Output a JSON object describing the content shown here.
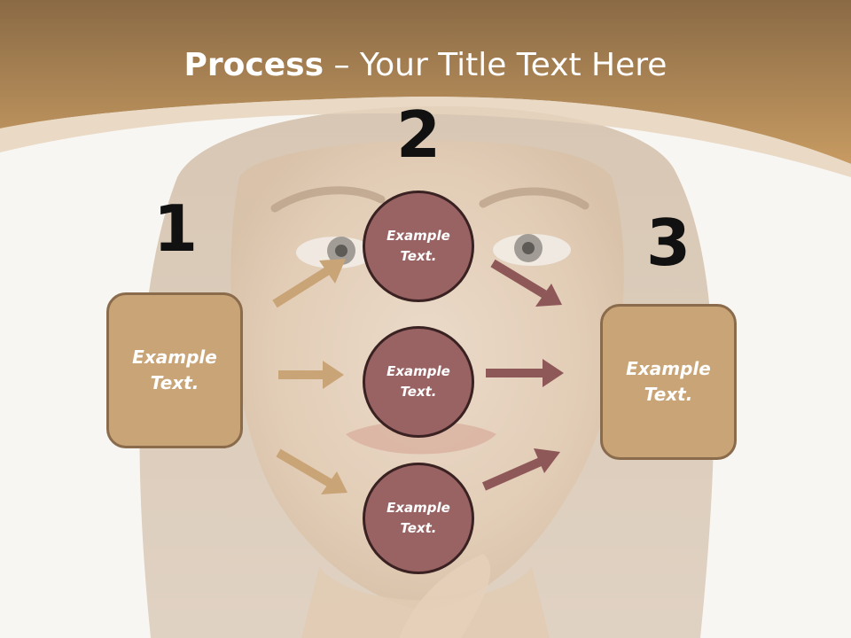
{
  "title": {
    "bold": "Process",
    "rest": " – Your Title Text Here"
  },
  "steps": {
    "one": "1",
    "two": "2",
    "three": "3"
  },
  "left_box": {
    "text": "Example\nText."
  },
  "right_box": {
    "text": "Example\nText."
  },
  "circles": [
    {
      "text": "Example\nText."
    },
    {
      "text": "Example\nText."
    },
    {
      "text": "Example\nText."
    }
  ],
  "colors": {
    "banner": "#b98a55",
    "box_fill": "#c9a477",
    "circle_fill": "#9a6363",
    "arrow_left": "#c9a477",
    "arrow_right": "#8f5858"
  }
}
